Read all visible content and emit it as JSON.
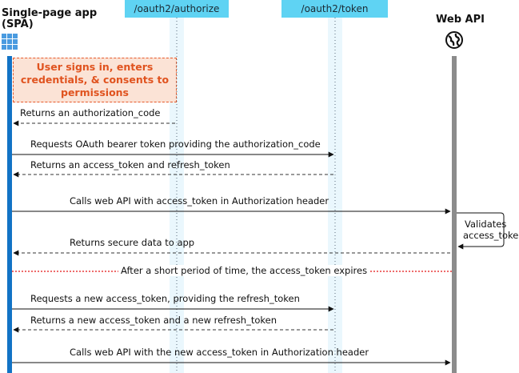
{
  "actors": {
    "spa": {
      "title_line1": "Single-page app",
      "title_line2": "(SPA)",
      "icon": "app-grid-icon"
    },
    "authorize": {
      "title": "/oauth2/authorize"
    },
    "token": {
      "title": "/oauth2/token"
    },
    "api": {
      "title": "Web API",
      "icon": "web-api-globe-icon"
    }
  },
  "sign_in_note": "User signs in, enters credentials, & consents to permissions",
  "messages": {
    "m1": "Returns an authorization_code",
    "m2": "Requests OAuth bearer token providing the authorization_code",
    "m3": "Returns an access_token and refresh_token",
    "m4": "Calls web API with access_token in Authorization header",
    "validate_line1": "Validates",
    "validate_line2": "access_token",
    "m5": "Returns secure data to app",
    "expire": "After a short period of time, the access_token expires",
    "m6": "Requests a new access_token, providing the refresh_token",
    "m7": "Returns a new access_token and a new refresh_token",
    "m8": "Calls web API with the new access_token in Authorization header"
  },
  "colors": {
    "endpoint_header": "#5fd3f3",
    "lane_fill": "#eaf7fd",
    "spa_lifeline": "#1273c5",
    "api_lifeline": "#8c8c8c",
    "note_fill": "#fbe3d6",
    "note_text": "#e0531f",
    "expire_line": "#e83a3a"
  }
}
